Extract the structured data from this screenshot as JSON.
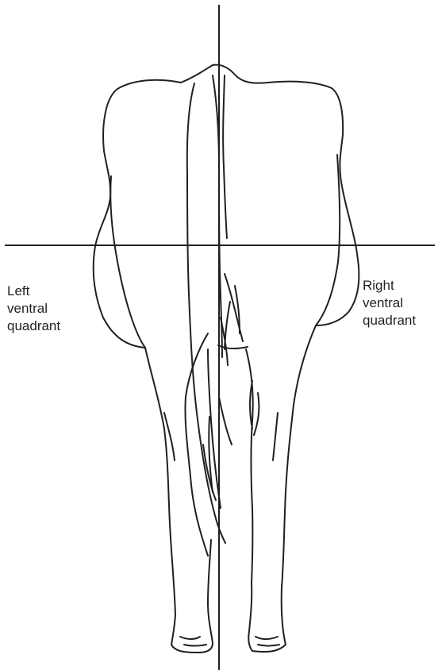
{
  "labels": {
    "left": {
      "line1": "Left",
      "line2": "ventral",
      "line3": "quadrant"
    },
    "right": {
      "line1": "Right",
      "line2": "ventral",
      "line3": "quadrant"
    }
  },
  "colors": {
    "stroke": "#231f20",
    "background": "#ffffff"
  }
}
